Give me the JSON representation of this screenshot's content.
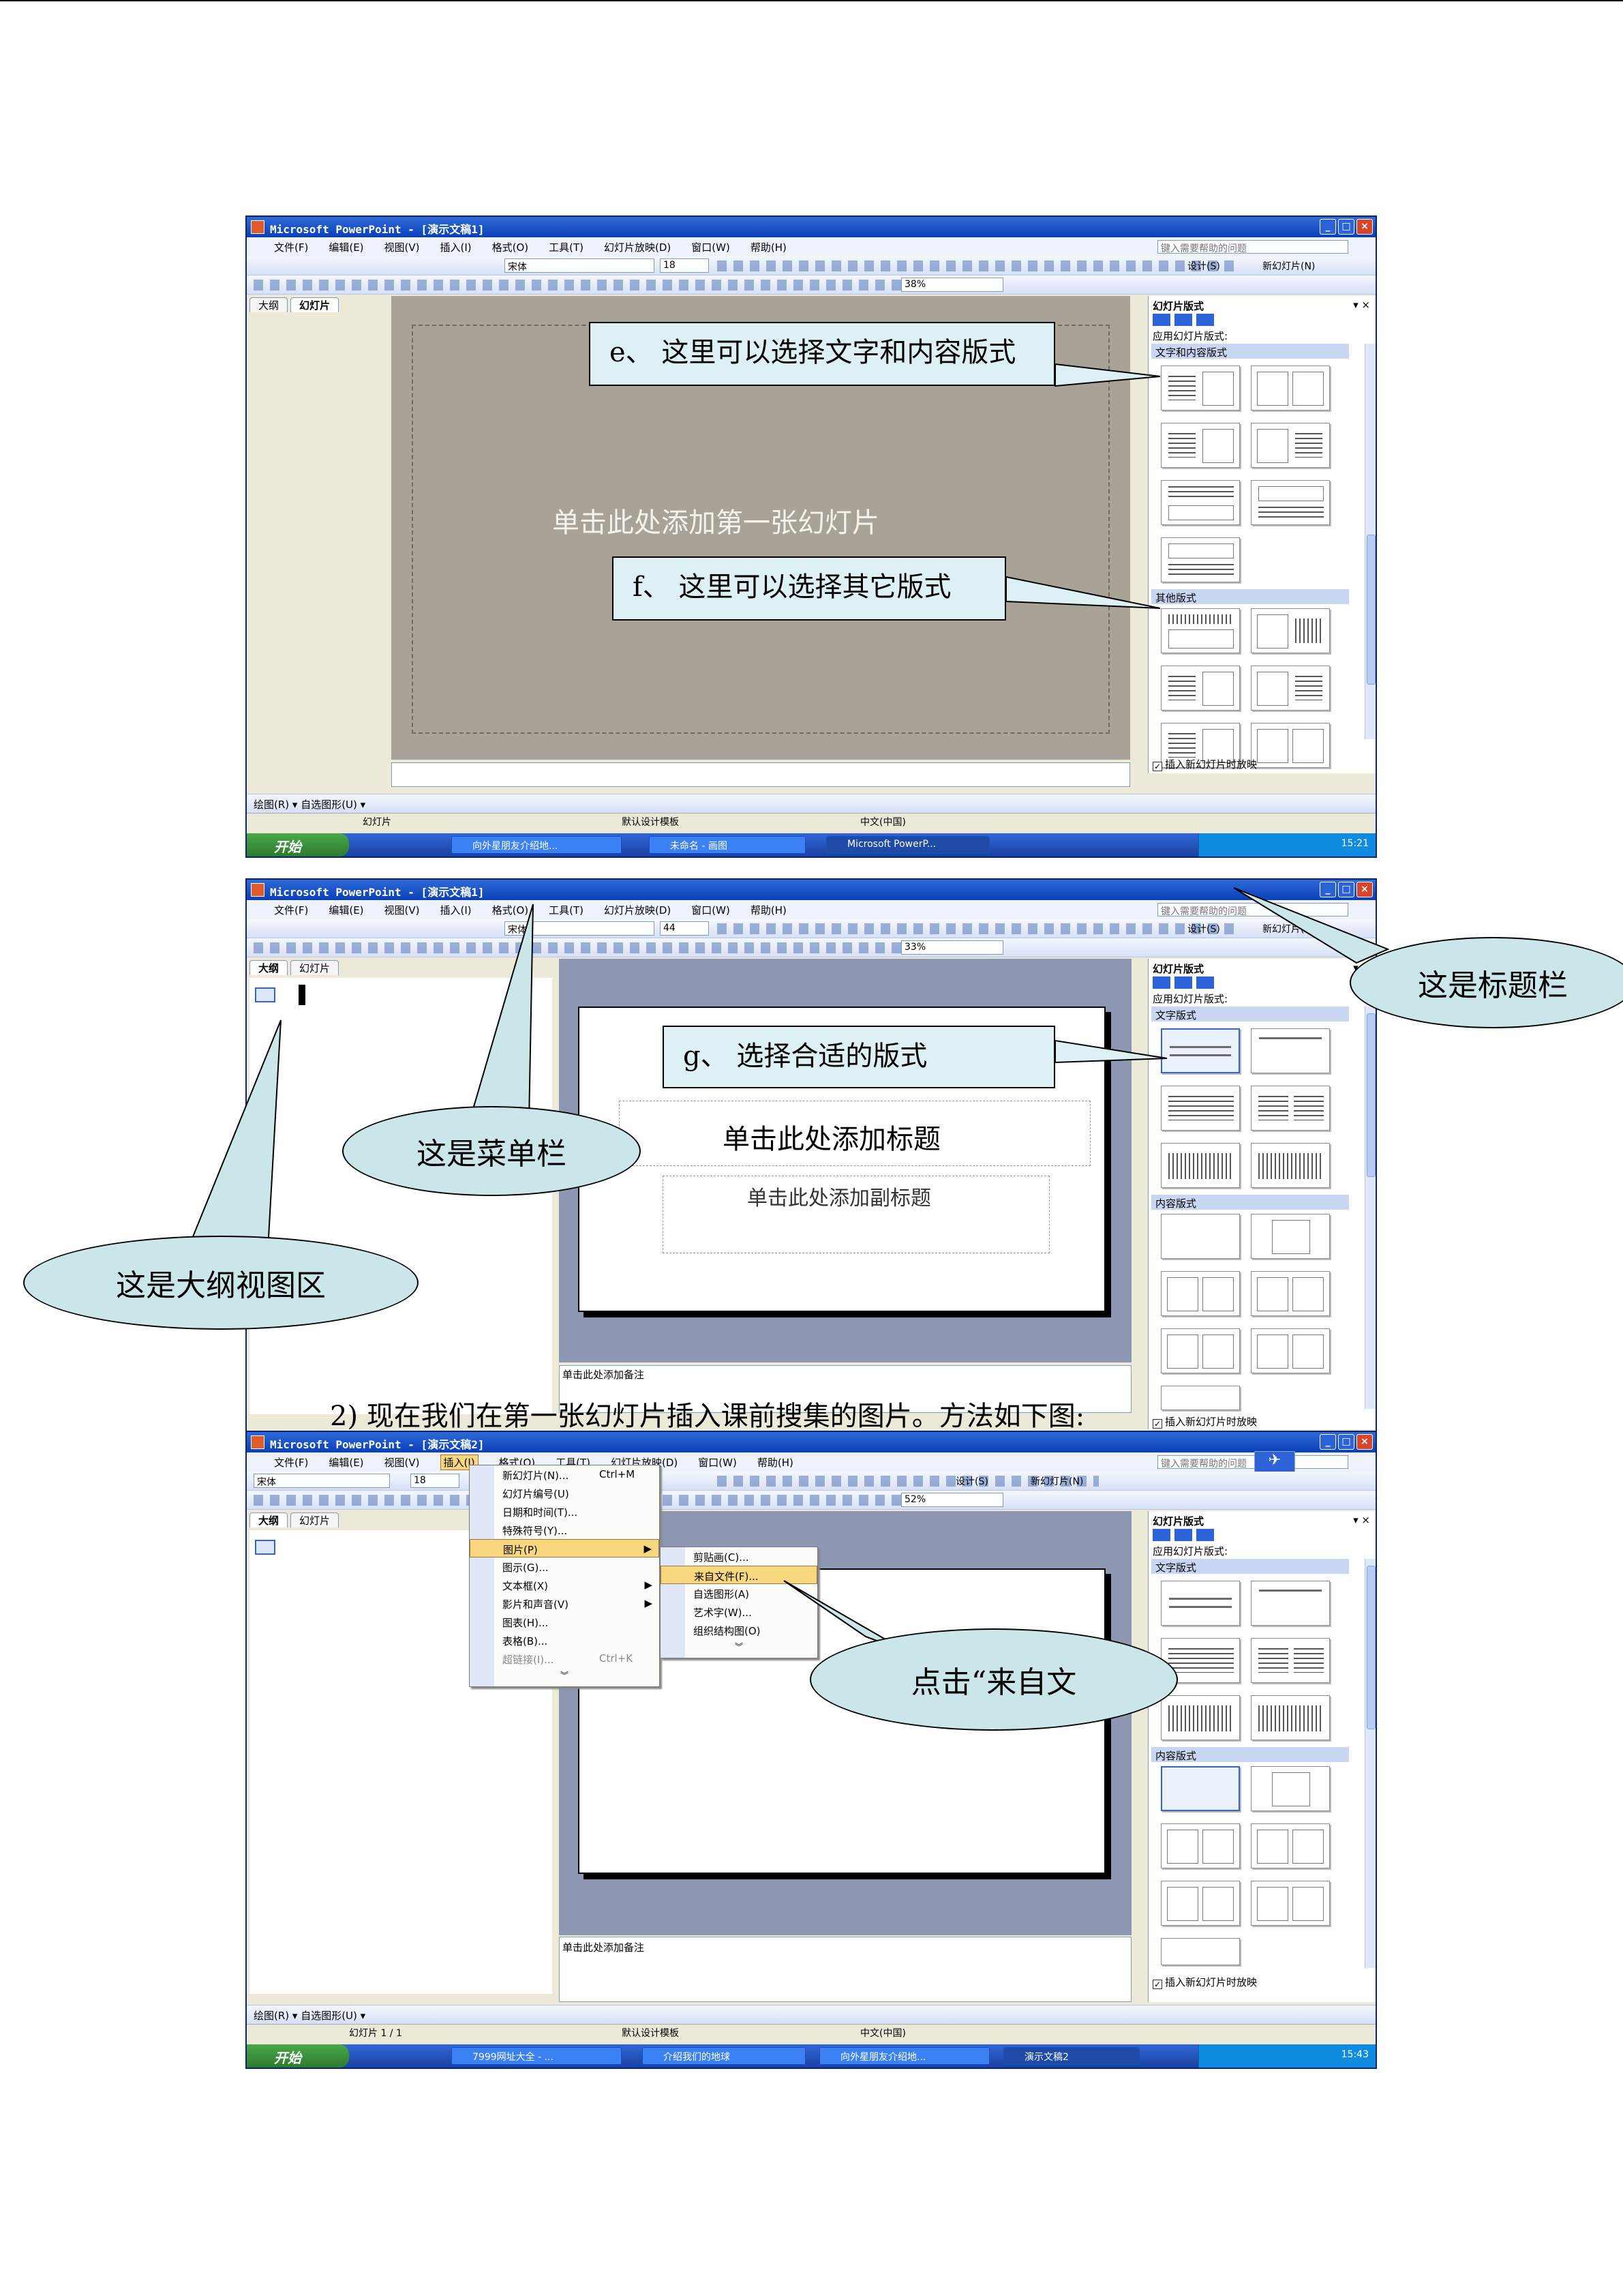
{
  "screenshots": [
    {
      "title": "Microsoft PowerPoint - [演示文稿1]",
      "font_name": "宋体",
      "font_size": "18",
      "zoom": "38%",
      "slide_placeholder": "单击此处添加第一张幻灯片",
      "tabs": [
        "大纲",
        "幻灯片"
      ],
      "status": [
        "幻灯片",
        "默认设计模板",
        "中文(中国)"
      ],
      "taskbar": [
        "向外星朋友介绍地...",
        "未命名 - 画图",
        "Microsoft PowerP..."
      ],
      "clock": "15:21",
      "pane_sections": [
        "文字和内容版式",
        "其他版式"
      ]
    },
    {
      "title": "Microsoft PowerPoint - [演示文稿1]",
      "font_name": "宋体",
      "font_size": "44",
      "zoom": "33%",
      "tabs": [
        "大纲",
        "幻灯片"
      ],
      "title_placeholder": "单击此处添加标题",
      "subtitle_placeholder": "单击此处添加副标题",
      "notes": "单击此处添加备注",
      "pane_sections": [
        "文字版式",
        "内容版式"
      ]
    },
    {
      "title": "Microsoft PowerPoint - [演示文稿2]",
      "font_name": "宋体",
      "font_size": "18",
      "zoom": "52%",
      "tabs": [
        "大纲",
        "幻灯片"
      ],
      "notes": "单击此处添加备注",
      "status": [
        "幻灯片 1 / 1",
        "默认设计模板",
        "中文(中国)"
      ],
      "taskbar": [
        "7999网址大全 - ...",
        "介绍我们的地球",
        "向外星朋友介绍地...",
        "演示文稿2"
      ],
      "clock": "15:43",
      "pane_sections": [
        "文字版式",
        "内容版式"
      ]
    }
  ],
  "menu_bar": [
    "文件(F)",
    "编辑(E)",
    "视图(V)",
    "插入(I)",
    "格式(O)",
    "工具(T)",
    "幻灯片放映(D)",
    "窗口(W)",
    "帮助(H)"
  ],
  "help_placeholder": "键入需要帮助的问题",
  "task_pane": {
    "title": "幻灯片版式",
    "subtitle": "应用幻灯片版式:",
    "checkbox": "插入新幻灯片时放映"
  },
  "toolbar_text": {
    "design": "设计(S)",
    "new_slide": "新幻灯片(N)"
  },
  "draw_toolbar": "绘图(R) ▾  自选图形(U) ▾",
  "start_label": "开始",
  "insert_menu": [
    {
      "label": "新幻灯片(N)...",
      "shortcut": "Ctrl+M"
    },
    {
      "label": "幻灯片编号(U)"
    },
    {
      "label": "日期和时间(T)..."
    },
    {
      "label": "特殊符号(Y)..."
    },
    {
      "label": "图片(P)",
      "sub": true
    },
    {
      "label": "图示(G)..."
    },
    {
      "label": "文本框(X)",
      "sub": true
    },
    {
      "label": "影片和声音(V)",
      "sub": true
    },
    {
      "label": "图表(H)..."
    },
    {
      "label": "表格(B)..."
    },
    {
      "label": "超链接(I)...",
      "shortcut": "Ctrl+K"
    }
  ],
  "picture_submenu": [
    "剪贴画(C)...",
    "来自文件(F)...",
    "自选图形(A)",
    "艺术字(W)...",
    "组织结构图(O)"
  ],
  "callouts": {
    "e": "e、 这里可以选择文字和内容版式",
    "f": "f、 这里可以选择其它版式",
    "g": "g、 选择合适的版式",
    "title_bar": "这是标题栏",
    "menu_bar": "这是菜单栏",
    "outline": "这是大纲视图区",
    "from_file": "点击“来自文"
  },
  "body_text": "2)   现在我们在第一张幻灯片插入课前搜集的图片。方法如下图:",
  "colors": {
    "titlebar": "#0a3fb8",
    "slide_bg_grey": "#a8a396",
    "slide_bg_blue": "#8e97b2",
    "callout_fill": "#ddf1f4",
    "ellipse_fill": "#cbe6e8",
    "menu_highlight": "#f9d77f"
  }
}
